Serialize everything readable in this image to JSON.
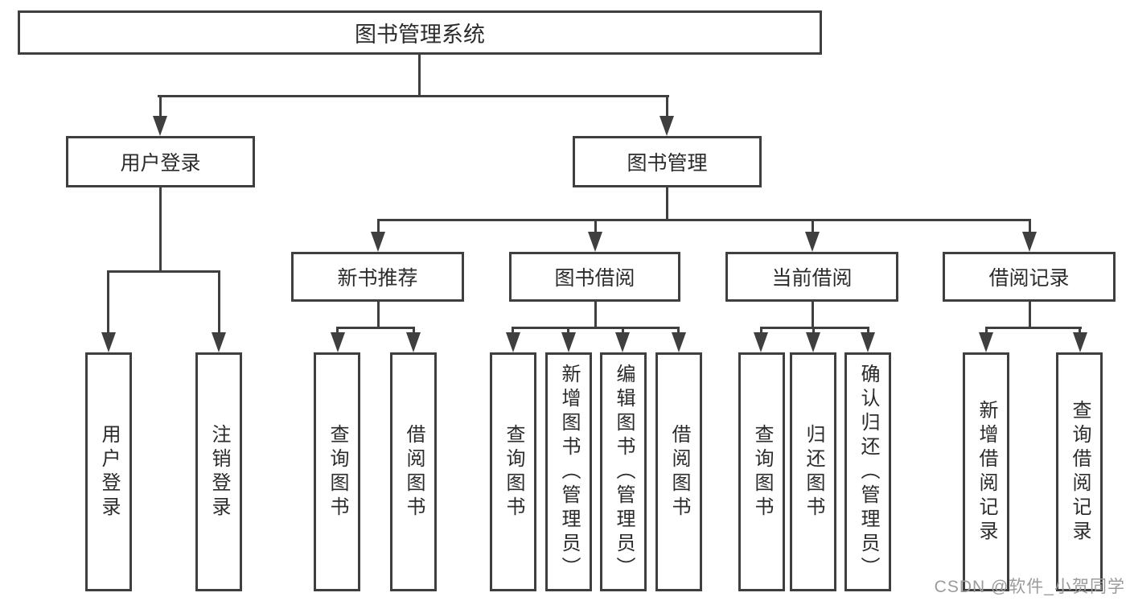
{
  "tree": {
    "label": "图书管理系统",
    "children": [
      {
        "label": "用户登录",
        "children": [
          {
            "label": "用户登录"
          },
          {
            "label": "注销登录"
          }
        ]
      },
      {
        "label": "图书管理",
        "children": [
          {
            "label": "新书推荐",
            "children": [
              {
                "label": "查询图书"
              },
              {
                "label": "借阅图书"
              }
            ]
          },
          {
            "label": "图书借阅",
            "children": [
              {
                "label": "查询图书"
              },
              {
                "label": "新增图书（管理员）"
              },
              {
                "label": "编辑图书（管理员）"
              },
              {
                "label": "借阅图书"
              }
            ]
          },
          {
            "label": "当前借阅",
            "children": [
              {
                "label": "查询图书"
              },
              {
                "label": "归还图书"
              },
              {
                "label": "确认归还（管理员）"
              }
            ]
          },
          {
            "label": "借阅记录",
            "children": [
              {
                "label": "新增借阅记录"
              },
              {
                "label": "查询借阅记录"
              }
            ]
          }
        ]
      }
    ]
  },
  "watermark": {
    "text": "CSDN @软件_小贺同学"
  },
  "colors": {
    "line": "#3f3f3f",
    "text": "#2b2b2b",
    "background": "#ffffff",
    "watermark": "#9b9b9b"
  }
}
